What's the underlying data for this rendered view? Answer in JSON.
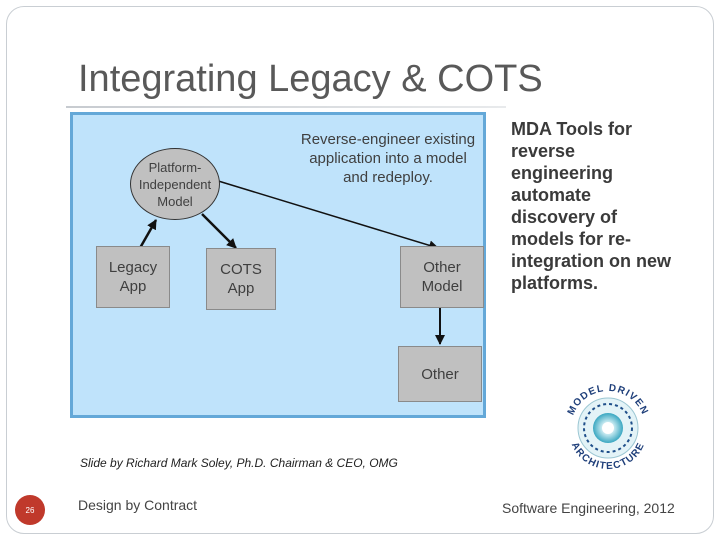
{
  "slide": {
    "title": "Integrating Legacy & COTS",
    "page_number": "26",
    "credit": "Slide by Richard Mark Soley, Ph.D. Chairman & CEO, OMG",
    "footer_left": "Design by Contract",
    "footer_right": "Software Engineering, 2012"
  },
  "diagram": {
    "pim": "Platform-Independent Model",
    "legacy_app": "Legacy App",
    "cots_app": "COTS App",
    "other_model": "Other Model",
    "other": "Other",
    "note": "Reverse-engineer existing application into a model and redeploy."
  },
  "sidebar": {
    "text": "MDA Tools for reverse engineering automate discovery of models for re-integration on new platforms."
  },
  "logo": {
    "top": "MODEL DRIVEN",
    "bottom": "ARCHITECTURE"
  },
  "colors": {
    "panel_fill": "#bfe3fb",
    "panel_border": "#64a8d8",
    "node_fill": "#c0c0c0",
    "page_dot": "#c0392b"
  }
}
